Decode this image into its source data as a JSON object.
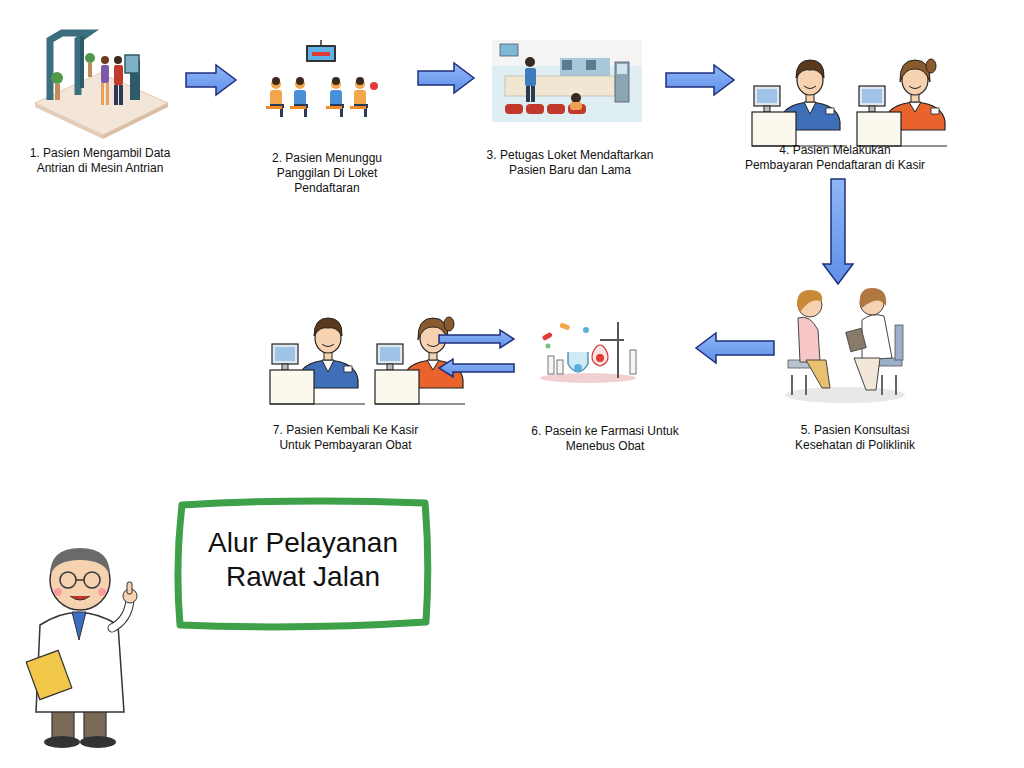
{
  "diagram": {
    "title": "Alur Pelayanan Rawat Jalan",
    "nodes": [
      {
        "text": [
          "1. Pasien Mengambil Data Antrian di Mesin Antrian"
        ]
      },
      {
        "text": [
          "2. Pasien Menunggu Panggilan Di Loket Pendaftaran"
        ]
      },
      {
        "text": [
          "3. Petugas Loket Mendaftarkan Pasien Baru dan Lama"
        ]
      },
      {
        "text": [
          "4. Pasien Melakukan Pembayaran Pendaftaran di Kasir"
        ]
      },
      {
        "text": [
          "5. Pasien Konsultasi Kesehatan di Poliklinik"
        ]
      },
      {
        "text": [
          "6. Pasein ke Farmasi Untuk Menebus Obat"
        ]
      },
      {
        "text": [
          "7. Pasien Kembali Ke Kasir Untuk Pembayaran Obat"
        ]
      }
    ],
    "edges": [
      {
        "from": 0,
        "to": 1,
        "arrow": "to"
      },
      {
        "from": 1,
        "to": 2,
        "arrow": "to"
      },
      {
        "from": 2,
        "to": 3,
        "arrow": "to"
      },
      {
        "from": 3,
        "to": 4,
        "arrow": "to"
      },
      {
        "from": 4,
        "to": 5,
        "arrow": "to"
      },
      {
        "from": 6,
        "to": 5,
        "arrow": "to"
      },
      {
        "from": 5,
        "to": 6,
        "arrow": "to"
      }
    ]
  }
}
